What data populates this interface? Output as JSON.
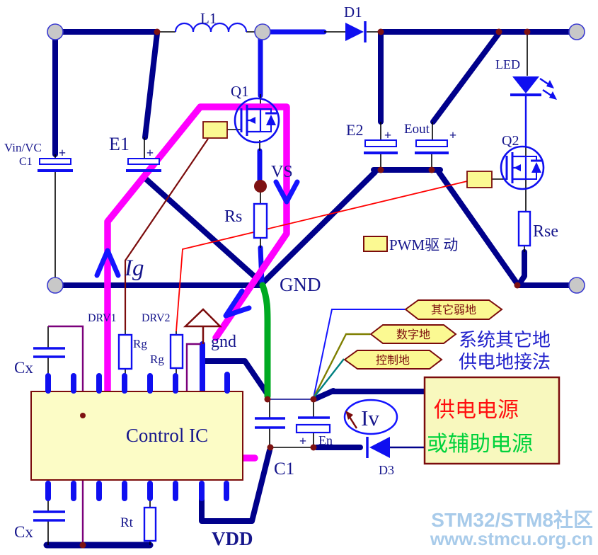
{
  "palette": {
    "wire_navy": "#00008B",
    "component_blue": "#0F0FF0",
    "thin_wire_black": "#000000",
    "highlight_magenta": "#FF00FF",
    "highlight_green": "#00AA22",
    "maroon": "#7B0C0C",
    "junction_dot": "#7E1212",
    "red_wire": "#FF0000",
    "purple_wire": "#7B007B",
    "olive_wire": "#7F7F00",
    "teal_wire": "#008080",
    "tag_yellow": "#FBF992",
    "ic_yellow": "#FCFCC6",
    "supply_box_yellow": "#F8F8BE",
    "terminal_gray": "#C8C8C8",
    "note_blue": "#2222CC",
    "supply_red_text": "#FF1010",
    "supply_green_text": "#00D23C",
    "watermark_blue": "#A8CBEA"
  },
  "labels": {
    "l1": "L1",
    "d1": "D1",
    "q1": "Q1",
    "vin_vc": "Vin/VC",
    "c1_top": "C1",
    "e1": "E1",
    "vs": "VS",
    "rs": "Rs",
    "e2": "E2",
    "eout": "Eout",
    "led": "LED",
    "q2": "Q2",
    "rse": "Rse",
    "gnd_node": "GND",
    "ig": "Ig",
    "drv1": "DRV1",
    "drv2": "DRV2",
    "rg1": "Rg",
    "rg2": "Rg",
    "gnd_small": "gnd",
    "cx_top": "Cx",
    "cx_bottom": "Cx",
    "control_ic": "Control IC",
    "rt": "Rt",
    "vdd": "VDD",
    "c1_bottom": "C1",
    "en": "En",
    "d3": "D3",
    "iv": "Iv",
    "pwm_drive": "PWM驱 动",
    "plus": "+"
  },
  "ground_tags": {
    "weak": "其它弱地",
    "digital": "数字地",
    "control": "控制地"
  },
  "annotations": {
    "note_line1": "系统其它地",
    "note_line2": "供电地接法"
  },
  "supply_box": {
    "line1": "供电电源",
    "line2": "或辅助电源"
  },
  "watermark": {
    "line1": "STM32/STM8社区",
    "line2": "www.stmcu.org.cn"
  }
}
